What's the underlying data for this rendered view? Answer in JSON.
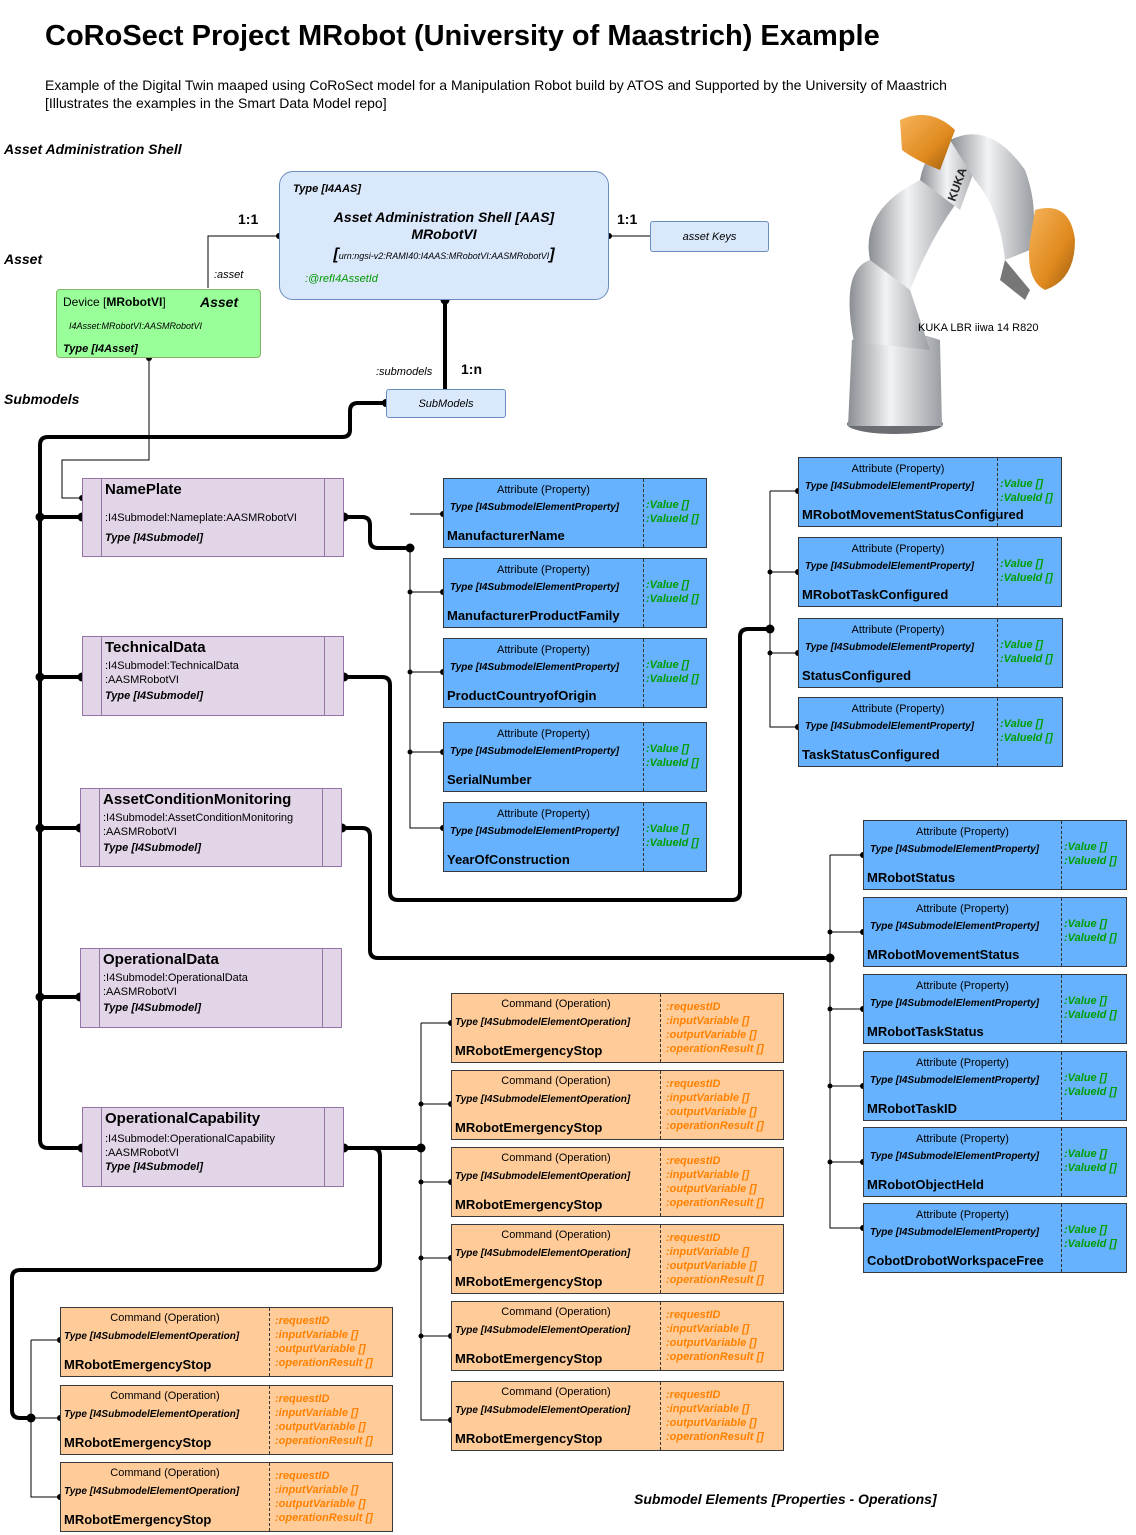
{
  "title": "CoRoSect Project MRobot (University of Maastrich) Example",
  "subtitle": {
    "line1": "Example of the Digital Twin maaped using CoRoSect model for a Manipulation Robot build by ATOS and Supported by the University of Maastrich",
    "line2": "[Illustrates the examples in the Smart Data Model repo]"
  },
  "sections": {
    "aas": "Asset Administration Shell",
    "asset": "Asset",
    "submodels": "Submodels",
    "elements": "Submodel Elements [Properties - Operations]"
  },
  "aas": {
    "type": "Type [I4AAS]",
    "name_line1": "Asset Administration Shell [AAS]",
    "name_line2": "MRobotVI",
    "bracket_open": "[",
    "bracket_close": "]",
    "urn": "urn:ngsi-v2:RAMI40:I4AAS:MRobotVI:AASMRobotVI",
    "ref": ":@refI4AssetId"
  },
  "asset_keys": "asset Keys",
  "submodels_box": "SubModels",
  "labels": {
    "one_to_one_left": "1:1",
    "one_to_one_right": "1:1",
    "one_to_n": "1:n",
    "asset_rel": ":asset",
    "submodels_rel": ":submodels"
  },
  "asset": {
    "device_prefix": "Device [",
    "device_name": "MRobotVI",
    "device_suffix": "]",
    "label": "Asset",
    "urn": "I4Asset:MRobotVI:AASMRobotVI",
    "type": "Type [I4Asset]"
  },
  "robot": {
    "caption": "KUKA LBR iiwa 14 R820",
    "brand": "KUKA",
    "image": "kuka-robot-arm"
  },
  "submodels": [
    {
      "name": "NamePlate",
      "urn1": ":I4Submodel:Nameplate:AASMRobotVI",
      "urn2": "",
      "type": "Type [I4Submodel]"
    },
    {
      "name": "TechnicalData",
      "urn1": ":I4Submodel:TechnicalData",
      "urn2": ":AASMRobotVI",
      "type": "Type [I4Submodel]"
    },
    {
      "name": "AssetConditionMonitoring",
      "urn1": ":I4Submodel:AssetConditionMonitoring",
      "urn2": ":AASMRobotVI",
      "type": "Type [I4Submodel]"
    },
    {
      "name": "OperationalData",
      "urn1": ":I4Submodel:OperationalData",
      "urn2": ":AASMRobotVI",
      "type": "Type [I4Submodel]"
    },
    {
      "name": "OperationalCapability",
      "urn1": ":I4Submodel:OperationalCapability",
      "urn2": ":AASMRobotVI",
      "type": "Type [I4Submodel]"
    }
  ],
  "property": {
    "header": "Attribute (Property)",
    "type": "Type [I4SubmodelElementProperty]",
    "value": ":Value []",
    "valueid": ":ValueId []"
  },
  "operation": {
    "header": "Command (Operation)",
    "type": "Type [I4SubmodelElementOperation]",
    "v1": ":requestID",
    "v2": ":inputVariable []",
    "v3": ":outputVariable []",
    "v4": ":operationResult []"
  },
  "nameplate_props": [
    "ManufacturerName",
    "ManufacturerProductFamily",
    "ProductCountryofOrigin",
    "SerialNumber",
    "YearOfConstruction"
  ],
  "technical_props": [
    "MRobotMovementStatusConfigured",
    "MRobotTaskConfigured",
    "StatusConfigured",
    "TaskStatusConfigured"
  ],
  "monitoring_props": [
    "MRobotStatus",
    "MRobotMovementStatus",
    "MRobotTaskStatus",
    "MRobotTaskID",
    "MRobotObjectHeld",
    "CobotDrobotWorkspaceFree"
  ],
  "capability_ops_right": [
    "MRobotEmergencyStop",
    "MRobotEmergencyStop",
    "MRobotEmergencyStop",
    "MRobotEmergencyStop",
    "MRobotEmergencyStop",
    "MRobotEmergencyStop"
  ],
  "capability_ops_left": [
    "MRobotEmergencyStop",
    "MRobotEmergencyStop",
    "MRobotEmergencyStop"
  ],
  "colors": {
    "aas_fill": "#dae8fc",
    "asset_fill": "#99ff99",
    "submodel_fill": "#e1d5e7",
    "property_fill": "#66b2ff",
    "operation_fill": "#ffcc99",
    "value_green": "#00a000",
    "op_orange": "#ff8000"
  }
}
